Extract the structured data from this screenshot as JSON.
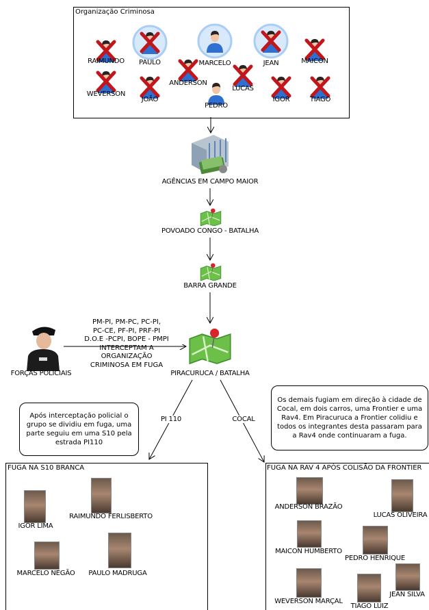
{
  "organization": {
    "title": "Organização Criminosa",
    "members": [
      {
        "name": "RAIMUNDO",
        "crossed": true,
        "highlight": false
      },
      {
        "name": "PAULO",
        "crossed": true,
        "highlight": true
      },
      {
        "name": "MARCELO",
        "crossed": false,
        "highlight": true
      },
      {
        "name": "JEAN",
        "crossed": true,
        "highlight": true
      },
      {
        "name": "MAICON",
        "crossed": true,
        "highlight": false
      },
      {
        "name": "WEVERSON",
        "crossed": true,
        "highlight": false
      },
      {
        "name": "JOÃO",
        "crossed": true,
        "highlight": false
      },
      {
        "name": "ANDERSON",
        "crossed": true,
        "highlight": false
      },
      {
        "name": "PEDRO",
        "crossed": false,
        "highlight": false
      },
      {
        "name": "LUCAS",
        "crossed": true,
        "highlight": false
      },
      {
        "name": "IGOR",
        "crossed": true,
        "highlight": false
      },
      {
        "name": "TIAGO",
        "crossed": true,
        "highlight": false
      }
    ]
  },
  "route": [
    {
      "label": "AGÊNCIAS EM CAMPO MAIOR",
      "icon": "bank-building-icon"
    },
    {
      "label": "POVOADO CONGO - BATALHA",
      "icon": "map-pin-icon"
    },
    {
      "label": "BARRA GRANDE",
      "icon": "map-pin-icon"
    },
    {
      "label": "PIRACURUCA / BATALHA",
      "icon": "map-pin-icon"
    }
  ],
  "police": {
    "label": "FORÇAS POLICIAIS",
    "icon": "police-officer-icon",
    "action_lines": [
      "PM-PI, PM-PC, PC-PI,",
      "PC-CE, PF-PI, PRF-PI",
      "D.O.E -PCPI, BOPE - PMPI",
      "INTERCEPTAM A",
      "ORGANIZAÇÃO",
      "CRIMINOSA EM FUGA"
    ]
  },
  "branches": {
    "left_label": "PI 110",
    "right_label": "COCAL"
  },
  "notes": {
    "left": "Após interceptação policial o grupo se dividiu em fuga, uma parte seguiu em uma S10 pela estrada PI110",
    "right": "Os demais fugiam em direção à cidade de Cocal, em dois carros, uma Frontier e uma Rav4. Em Piracuruca a Frontier colidiu e todos os integrantes desta passaram para a Rav4 onde continuaram a fuga."
  },
  "groups": {
    "left": {
      "title": "FUGA NA S10 BRANCA",
      "people": [
        "IGOR LIMA",
        "RAIMUNDO FERLISBERTO",
        "MARCELO NEGÃO",
        "PAULO MADRUGA"
      ]
    },
    "right": {
      "title": "FUGA NA RAV 4 APÓS COLISÃO DA FRONTIER",
      "people": [
        "ANDERSON BRAZÃO",
        "LUCAS OLIVEIRA",
        "MAICON HUMBERTO",
        "PEDRO HENRIQUE",
        "WEVERSON MARÇAL",
        "TIAGO LUIZ",
        "JEAN SILVA"
      ]
    }
  },
  "colors": {
    "person_blue": "#2f6fd0",
    "cross_red": "#c0161c",
    "highlight_ring": "#a9cdf5",
    "map_green": "#6cc04a",
    "pin_red": "#d6262b"
  }
}
